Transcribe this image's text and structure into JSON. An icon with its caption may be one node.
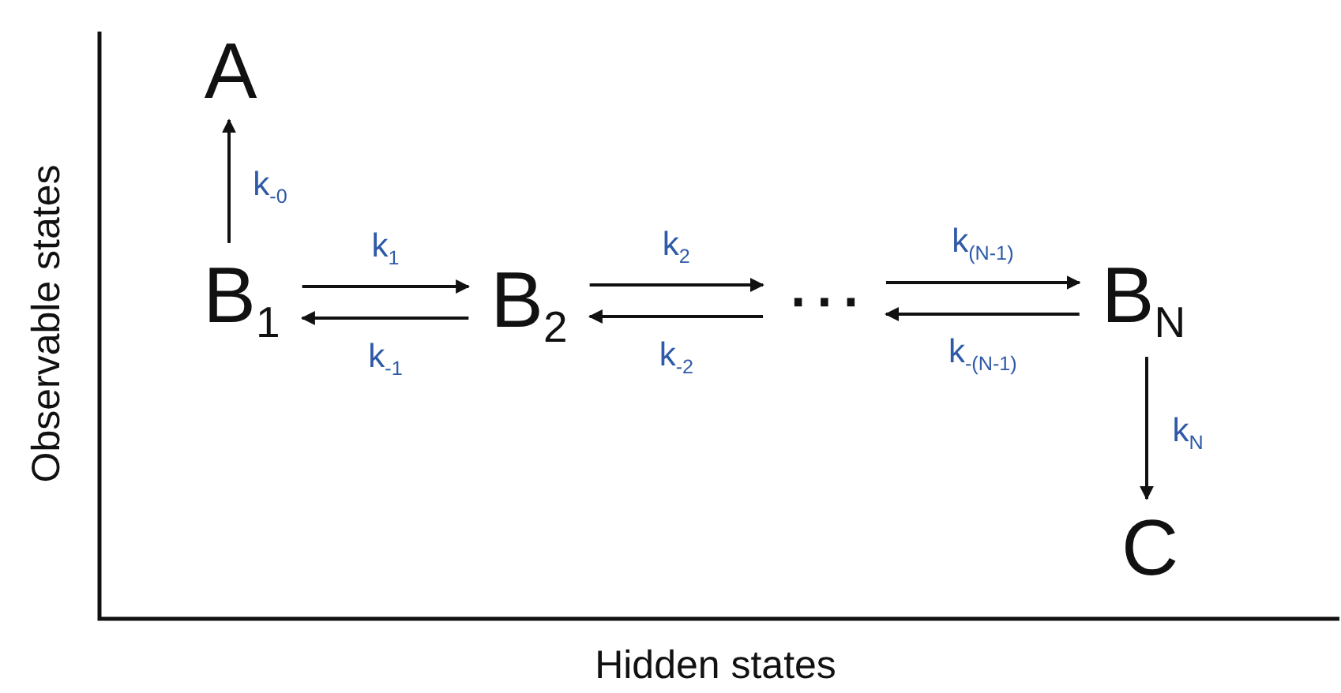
{
  "diagram": {
    "nodes": [
      {
        "text": [
          "A"
        ]
      },
      {
        "text": [
          "B$_{1}$"
        ]
      },
      {
        "text": [
          "B$_{2}$"
        ]
      },
      {
        "text": [
          "···"
        ]
      },
      {
        "text": [
          "B$_{N}$"
        ]
      },
      {
        "text": [
          "C"
        ]
      }
    ],
    "edges": [
      {
        "from": 1,
        "to": 0,
        "arrow": "to",
        "label": "k$_{-0}$"
      },
      {
        "from": 1,
        "to": 2,
        "arrow": "to",
        "label": "k$_{1}$"
      },
      {
        "from": 2,
        "to": 1,
        "arrow": "to",
        "label": "k$_{-1}$"
      },
      {
        "from": 2,
        "to": 3,
        "arrow": "to",
        "label": "k$_{2}$"
      },
      {
        "from": 3,
        "to": 2,
        "arrow": "to",
        "label": "k$_{-2}$"
      },
      {
        "from": 3,
        "to": 4,
        "arrow": "to",
        "label": "k$_{(N-1)}$"
      },
      {
        "from": 4,
        "to": 3,
        "arrow": "to",
        "label": "k$_{-(N-1)}$"
      },
      {
        "from": 4,
        "to": 5,
        "arrow": "to",
        "label": "k$_{N}$"
      }
    ],
    "labels": [
      "Observable states",
      "Hidden states"
    ]
  }
}
